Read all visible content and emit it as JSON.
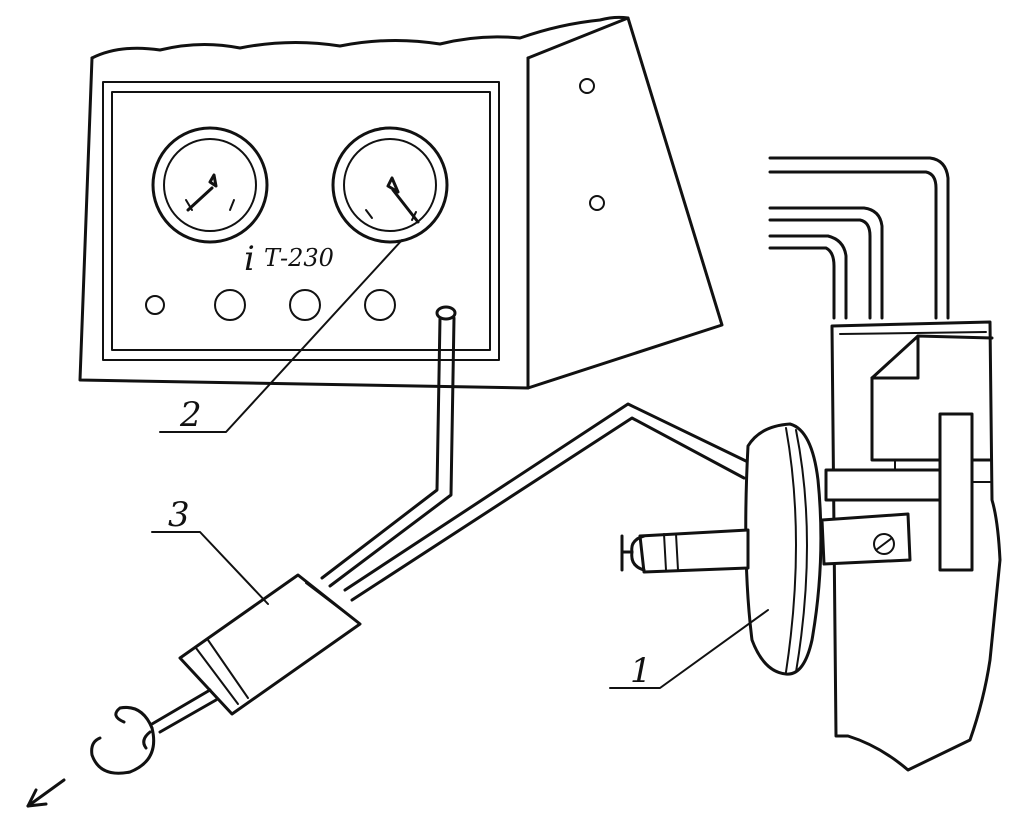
{
  "diagram": {
    "device_model": "Т-230",
    "device_mark": "i",
    "callouts": [
      {
        "id": "1",
        "text": "1"
      },
      {
        "id": "2",
        "text": "2"
      },
      {
        "id": "3",
        "text": "3"
      }
    ]
  }
}
